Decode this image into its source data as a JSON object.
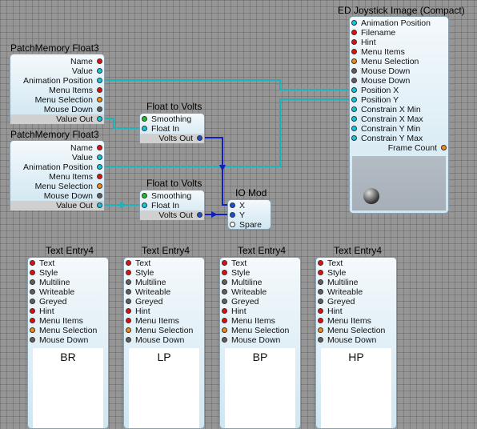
{
  "colors": {
    "background": "#969696",
    "module_fill": "#cfe6f1",
    "wire_cyan": "#1ab4bc",
    "wire_blue": "#1020b8",
    "port_red": "#e01010",
    "port_cyan": "#14c8dc",
    "port_orange": "#f08a16",
    "port_gray": "#606060",
    "port_green": "#20c020",
    "port_blue": "#1a50d0"
  },
  "patchmemory": [
    {
      "title": "PatchMemory Float3",
      "ports": [
        "Name",
        "Value",
        "Animation Position",
        "Menu Items",
        "Menu Selection",
        "Mouse Down",
        "Value Out"
      ],
      "port_colors": [
        "red",
        "cyan",
        "cyan",
        "red",
        "orange",
        "gray",
        "cyan"
      ]
    },
    {
      "title": "PatchMemory Float3",
      "ports": [
        "Name",
        "Value",
        "Animation Position",
        "Menu Items",
        "Menu Selection",
        "Mouse Down",
        "Value Out"
      ],
      "port_colors": [
        "red",
        "cyan",
        "cyan",
        "red",
        "orange",
        "gray",
        "cyan"
      ]
    }
  ],
  "float_to_volts": [
    {
      "title": "Float to Volts",
      "inputs": [
        "Smoothing",
        "Float In"
      ],
      "output": "Volts Out"
    },
    {
      "title": "Float to Volts",
      "inputs": [
        "Smoothing",
        "Float In"
      ],
      "output": "Volts Out"
    }
  ],
  "io_mod": {
    "title": "IO Mod",
    "ports": [
      "X",
      "Y",
      "Spare"
    ]
  },
  "joystick": {
    "title": "ED Joystick Image (Compact)",
    "inputs": [
      "Animation Position",
      "Filename",
      "Hint",
      "Menu Items",
      "Menu Selection",
      "Mouse Down",
      "Mouse Down",
      "Position X",
      "Position Y",
      "Constrain X Min",
      "Constrain X Max",
      "Constrain Y Min",
      "Constrain Y Max"
    ],
    "input_colors": [
      "cyan",
      "red",
      "red",
      "red",
      "orange",
      "gray",
      "gray",
      "cyan",
      "cyan",
      "cyan",
      "cyan",
      "cyan",
      "cyan"
    ],
    "output": "Frame Count"
  },
  "text_entries": [
    {
      "title": "Text Entry4",
      "display": "BR"
    },
    {
      "title": "Text Entry4",
      "display": "LP"
    },
    {
      "title": "Text Entry4",
      "display": "BP"
    },
    {
      "title": "Text Entry4",
      "display": "HP"
    }
  ],
  "text_entry_ports": [
    "Text",
    "Style",
    "Multiline",
    "Writeable",
    "Greyed",
    "Hint",
    "Menu Items",
    "Menu Selection",
    "Mouse Down"
  ],
  "text_entry_port_colors": [
    "red",
    "red",
    "gray",
    "gray",
    "gray",
    "red",
    "red",
    "orange",
    "gray"
  ]
}
